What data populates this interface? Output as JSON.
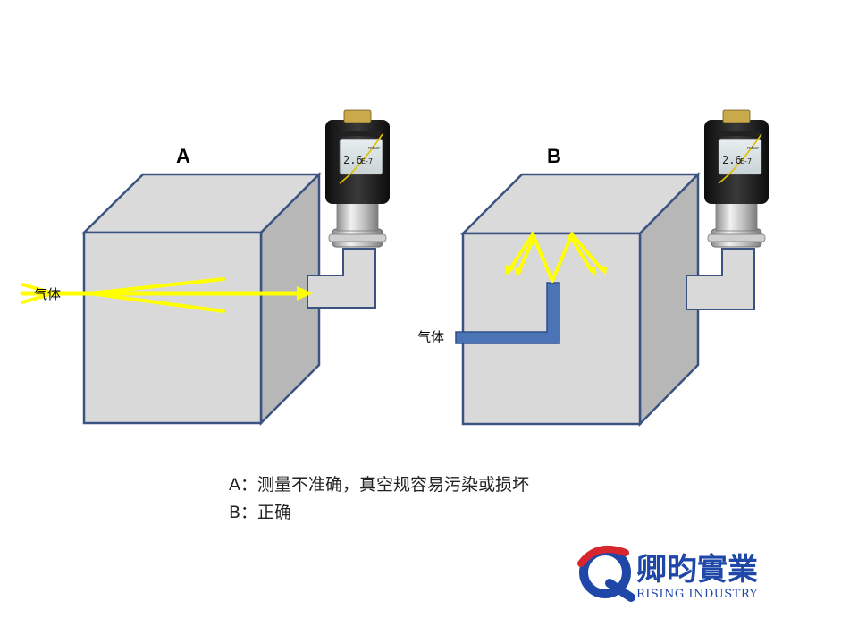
{
  "diagram": {
    "panel_a": {
      "label": "A",
      "gas_label": "气体",
      "gauge_display": {
        "reading": "2.6",
        "exponent": "E-7",
        "unit": "mbar"
      }
    },
    "panel_b": {
      "label": "B",
      "gas_label": "气体",
      "gauge_display": {
        "reading": "2.6",
        "exponent": "E-7",
        "unit": "mbar"
      }
    },
    "colors": {
      "chamber_fill": "#d9d9d9",
      "chamber_stroke": "#3b5381",
      "gas_arrow": "#ffff00",
      "gas_pipe": "#4a74b5",
      "gauge_body": "#1a1a1a"
    }
  },
  "captions": {
    "line_a": "A：测量不准确，真空规容易污染或损坏",
    "line_b": "B：正确"
  },
  "logo": {
    "name_cn": "卿昀實業",
    "name_en": "RISING INDUSTRY",
    "colors": {
      "red": "#d7262d",
      "blue": "#1f47a8"
    }
  }
}
